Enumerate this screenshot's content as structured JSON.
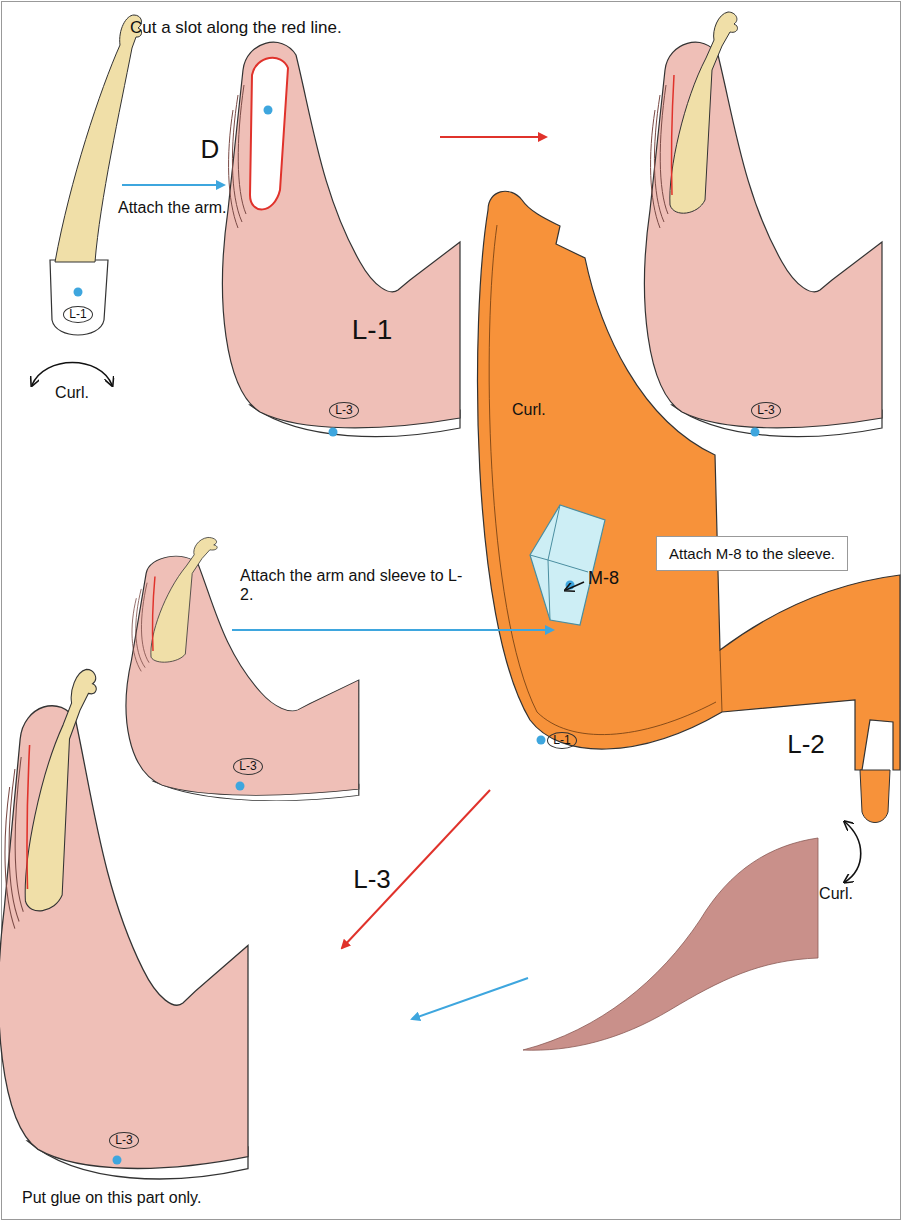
{
  "diagram": {
    "nodes": [
      {
        "text": [
          "L-1"
        ]
      },
      {
        "text": [
          "L-3"
        ]
      },
      {
        "text": [
          "L-3"
        ]
      },
      {
        "text": [
          "Attach M-8 to the sleeve."
        ]
      },
      {
        "text": [
          "L-1"
        ]
      },
      {
        "text": [
          "L-3"
        ]
      },
      {
        "text": [
          "L-3"
        ]
      }
    ],
    "labels": [
      "Cut a slot along the red line.",
      "D",
      "Attach the arm.",
      "L-1",
      "Curl.",
      "Curl.",
      "Attach the arm and sleeve to L-2.",
      "M-8",
      "L-2",
      "Curl.",
      "L-3",
      "Put glue on this part only."
    ]
  }
}
